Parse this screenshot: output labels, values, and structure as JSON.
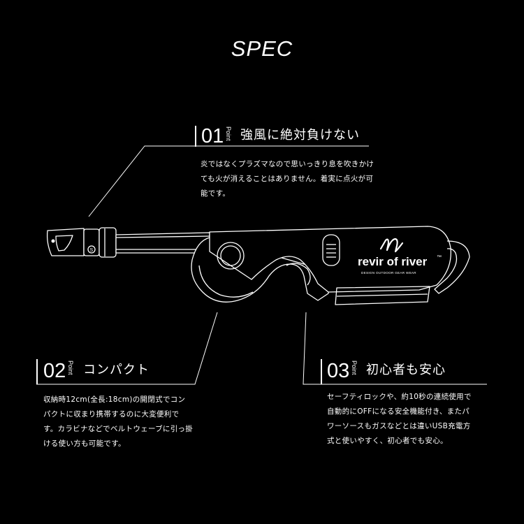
{
  "title": "SPEC",
  "points": [
    {
      "number": "01",
      "point_label": "Point",
      "heading": "強風に絶対負けない",
      "lines": [
        "炎ではなくプラズマなので思いっきり息を吹きかけ",
        "ても火が消えることはありません。着実に点火が可",
        "能です。"
      ]
    },
    {
      "number": "02",
      "point_label": "Point",
      "heading": "コンパクト",
      "lines": [
        "収納時12cm(全長:18cm)の開閉式でコン",
        "パクトに収まり携帯するのに大変便利で",
        "す。カラビナなどでベルトウェーブに引っ掛",
        "ける使い方も可能です。"
      ]
    },
    {
      "number": "03",
      "point_label": "Point",
      "heading": "初心者も安心",
      "lines": [
        "セーフティロックや、約10秒の連続使用で",
        "自動的にOFFになる安全機能付き、またパ",
        "ワーソースもガスなどとは違いUSB充電方",
        "式と使いやすく、初心者でも安心。"
      ]
    }
  ],
  "product": {
    "brand": "revir of river",
    "trademark": "™",
    "tagline": "DESIGN OUTDOOR GEAR WEAR",
    "nozzle_mark": "S",
    "logo_icon": "signature-logo-icon"
  }
}
